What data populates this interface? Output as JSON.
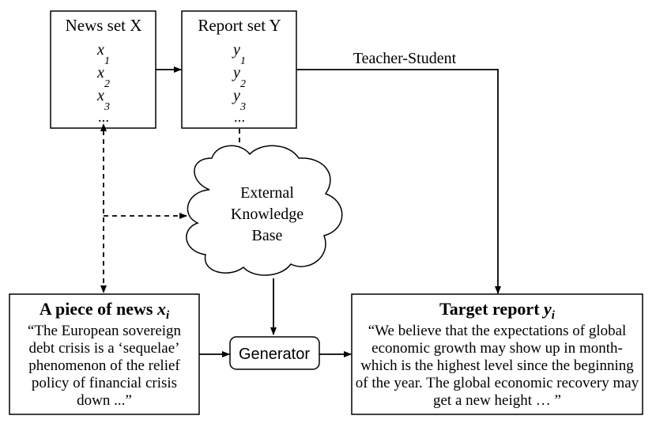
{
  "news_set": {
    "title": "News set X",
    "items": [
      {
        "var": "x",
        "sub": "1"
      },
      {
        "var": "x",
        "sub": "2"
      },
      {
        "var": "x",
        "sub": "3"
      }
    ],
    "ellipsis": "..."
  },
  "report_set": {
    "title": "Report set Y",
    "items": [
      {
        "var": "y",
        "sub": "1"
      },
      {
        "var": "y",
        "sub": "2"
      },
      {
        "var": "y",
        "sub": "3"
      }
    ],
    "ellipsis": "..."
  },
  "teacher_student_label": "Teacher-Student",
  "knowledge_base": {
    "lines": [
      "External",
      "Knowledge",
      "Base"
    ]
  },
  "news_piece": {
    "title": "A piece of news",
    "var": "x",
    "sub": "i",
    "lines": [
      "“The European sovereign",
      "debt crisis is a ‘sequelae’",
      "phenomenon of the relief",
      "policy of financial crisis",
      "down ...”"
    ]
  },
  "generator": {
    "label": "Generator"
  },
  "target_report": {
    "title": "Target report",
    "var": "y",
    "sub": "i",
    "lines": [
      "“We believe that the expectations of global",
      "economic growth may show up in month-",
      "which is the highest level since the beginning",
      "of the year. The global economic recovery may",
      "get a new height … ”"
    ]
  }
}
